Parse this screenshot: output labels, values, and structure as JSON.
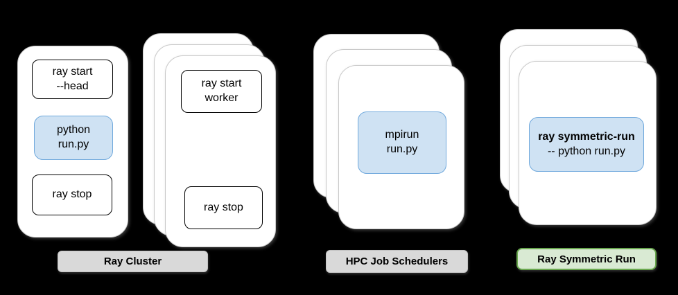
{
  "colors": {
    "background": "#000000",
    "card_fill": "#ffffff",
    "card_border": "#c9c9c9",
    "box_border": "#000000",
    "blue_fill": "#cfe2f3",
    "blue_border": "#6fa8dc",
    "gray_label_fill": "#d9d9d9",
    "gray_label_border": "#c2c2c2",
    "green_label_fill": "#d9ead3",
    "green_label_border": "#6aa84f",
    "text": "#000000"
  },
  "commands": {
    "ray_start_head": [
      "ray start",
      "--head"
    ],
    "python_run": [
      "python",
      "run.py"
    ],
    "ray_stop_head": "ray stop",
    "ray_start_worker": [
      "ray start",
      "worker"
    ],
    "ray_stop_worker": "ray stop",
    "mpirun": [
      "mpirun",
      "run.py"
    ],
    "symmetric_run_bold": "ray symmetric-run",
    "symmetric_run_args": "-- python run.py"
  },
  "labels": {
    "ray_cluster": "Ray Cluster",
    "hpc": "HPC Job Schedulers",
    "symmetric": "Ray Symmetric Run"
  }
}
